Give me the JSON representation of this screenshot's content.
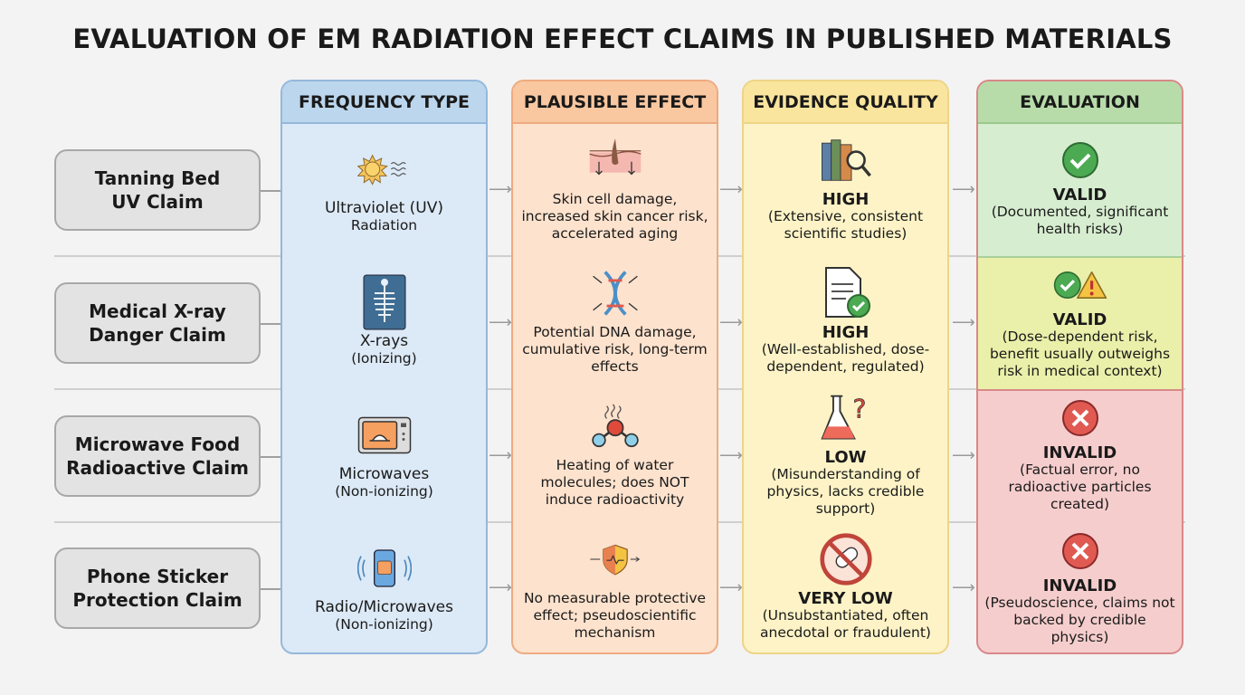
{
  "title": "EVALUATION OF EM RADIATION EFFECT CLAIMS IN PUBLISHED MATERIALS",
  "headers": {
    "frequency": "FREQUENCY TYPE",
    "effect": "PLAUSIBLE EFFECT",
    "evidence": "EVIDENCE QUALITY",
    "evaluation": "EVALUATION"
  },
  "colors": {
    "blue": "#dce9f6",
    "orange": "#fde2cd",
    "yellow": "#fdf3c6",
    "green": "#d7edd0",
    "lime": "#eaefa9",
    "red": "#f6cdcd"
  },
  "rows": [
    {
      "claim_1": "Tanning Bed",
      "claim_2": "UV Claim",
      "freq_1": "Ultraviolet (UV)",
      "freq_2": "Radiation",
      "freq_icon": "sun-icon",
      "effect": "Skin cell damage, increased skin cancer risk, accelerated aging",
      "effect_icon": "skin-icon",
      "evidence_level": "HIGH",
      "evidence_detail": "(Extensive, consistent scientific studies)",
      "evidence_icon": "books-magnifier-icon",
      "verdict": "VALID",
      "verdict_detail": "(Documented, significant health risks)",
      "verdict_icon": "check-icon"
    },
    {
      "claim_1": "Medical X-ray",
      "claim_2": "Danger Claim",
      "freq_1": "X-rays",
      "freq_2": "(Ionizing)",
      "freq_icon": "xray-icon",
      "effect": "Potential DNA damage, cumulative risk, long-term effects",
      "effect_icon": "dna-icon",
      "evidence_level": "HIGH",
      "evidence_detail": "(Well-established, dose-dependent, regulated)",
      "evidence_icon": "document-check-icon",
      "verdict": "VALID",
      "verdict_detail": "(Dose-dependent risk, benefit usually outweighs risk in medical context)",
      "verdict_icon": "check-warning-icon"
    },
    {
      "claim_1": "Microwave Food",
      "claim_2": "Radioactive Claim",
      "freq_1": "Microwaves",
      "freq_2": "(Non-ionizing)",
      "freq_icon": "microwave-icon",
      "effect": "Heating of water molecules; does NOT induce radioactivity",
      "effect_icon": "molecule-icon",
      "evidence_level": "LOW",
      "evidence_detail": "(Misunderstanding of physics, lacks credible support)",
      "evidence_icon": "flask-question-icon",
      "verdict": "INVALID",
      "verdict_detail": "(Factual error, no radioactive particles created)",
      "verdict_icon": "x-icon"
    },
    {
      "claim_1": "Phone Sticker",
      "claim_2": "Protection Claim",
      "freq_1": "Radio/Microwaves",
      "freq_2": "(Non-ionizing)",
      "freq_icon": "phone-icon",
      "effect": "No measurable protective effect; pseudoscientific mechanism",
      "effect_icon": "shield-icon",
      "evidence_level": "VERY LOW",
      "evidence_detail": "(Unsubstantiated, often anecdotal or fraudulent)",
      "evidence_icon": "no-scroll-icon",
      "verdict": "INVALID",
      "verdict_detail": "(Pseudoscience, claims not backed by credible physics)",
      "verdict_icon": "x-icon"
    }
  ]
}
